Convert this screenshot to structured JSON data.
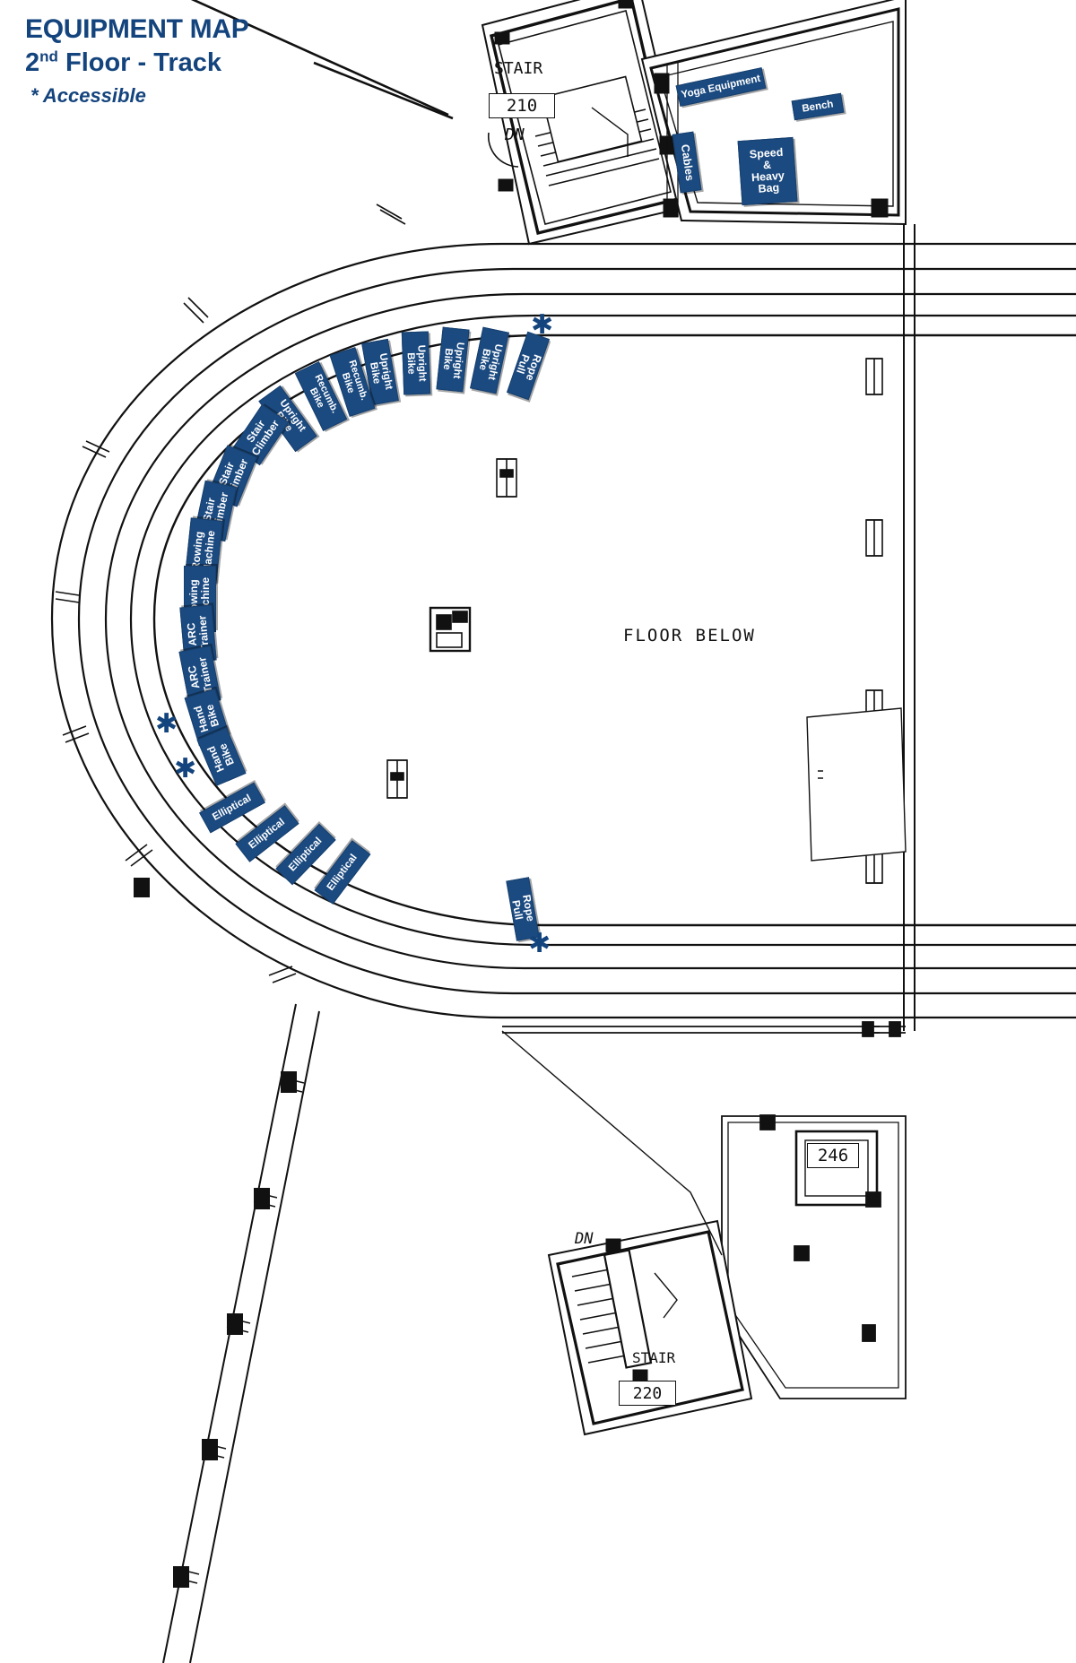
{
  "title": {
    "line1": "EQUIPMENT MAP",
    "line2_num": "2",
    "line2_sup": "nd",
    "line2_rest": " Floor - Track",
    "legend": "* Accessible"
  },
  "colors": {
    "brand_blue": "#14447d",
    "tag_blue": "#1b4a80",
    "line_black": "#111111",
    "background": "#ffffff"
  },
  "plan_labels": {
    "stair_top": "STAIR",
    "dn_top": "DN",
    "floor_below": "FLOOR BELOW",
    "stair_bottom": "STAIR",
    "dn_bottom": "DN"
  },
  "rooms": [
    {
      "number": "210"
    },
    {
      "number": "246"
    },
    {
      "number": "220"
    }
  ],
  "equipment": {
    "top_right_zone": [
      {
        "label": "Yoga Equipment",
        "accessible": false
      },
      {
        "label": "Bench",
        "accessible": false
      },
      {
        "label": "Cables",
        "accessible": false
      },
      {
        "label": "Speed\n&\nHeavy\nBag",
        "accessible": false
      }
    ],
    "track_arc": [
      {
        "label": "Rope Pull",
        "accessible": true
      },
      {
        "label": "Upright Bike",
        "accessible": false
      },
      {
        "label": "Upright Bike",
        "accessible": false
      },
      {
        "label": "Upright Bike",
        "accessible": false
      },
      {
        "label": "Upright Bike",
        "accessible": false
      },
      {
        "label": "Recumb. Bike",
        "accessible": false
      },
      {
        "label": "Recumb. Bike",
        "accessible": false
      },
      {
        "label": "Upright Bike",
        "accessible": false
      },
      {
        "label": "Stair Climber",
        "accessible": false
      },
      {
        "label": "Stair Climber",
        "accessible": false
      },
      {
        "label": "Stair Climber",
        "accessible": false
      },
      {
        "label": "Rowing Machine",
        "accessible": false
      },
      {
        "label": "Rowing Machine",
        "accessible": false
      },
      {
        "label": "ARC Trainer",
        "accessible": false
      },
      {
        "label": "ARC Trainer",
        "accessible": false
      },
      {
        "label": "Hand Bike",
        "accessible": true
      },
      {
        "label": "Hand Bike",
        "accessible": true
      },
      {
        "label": "Elliptical",
        "accessible": false
      },
      {
        "label": "Elliptical",
        "accessible": false
      },
      {
        "label": "Elliptical",
        "accessible": false
      },
      {
        "label": "Elliptical",
        "accessible": false
      }
    ],
    "infield": [
      {
        "label": "Rope Pull",
        "accessible": true
      }
    ]
  },
  "tags": {
    "yoga": "Yoga Equipment",
    "bench": "Bench",
    "cables": "Cables",
    "speedbag_l1": "Speed",
    "speedbag_l2": "&",
    "speedbag_l3": "Heavy",
    "speedbag_l4": "Bag",
    "rope_pull_top": "Rope\nPull",
    "rope_pull_bottom": "Rope\nPull",
    "upright_bike": "Upright\nBike",
    "recumb_bike": "Recumb.\nBike",
    "stair_climber": "Stair\nClimber",
    "rowing_machine": "Rowing\nMachine",
    "arc_trainer": "ARC\nTrainer",
    "hand_bike": "Hand\nBike",
    "elliptical": "Elliptical",
    "accessible_mark": "✱"
  }
}
